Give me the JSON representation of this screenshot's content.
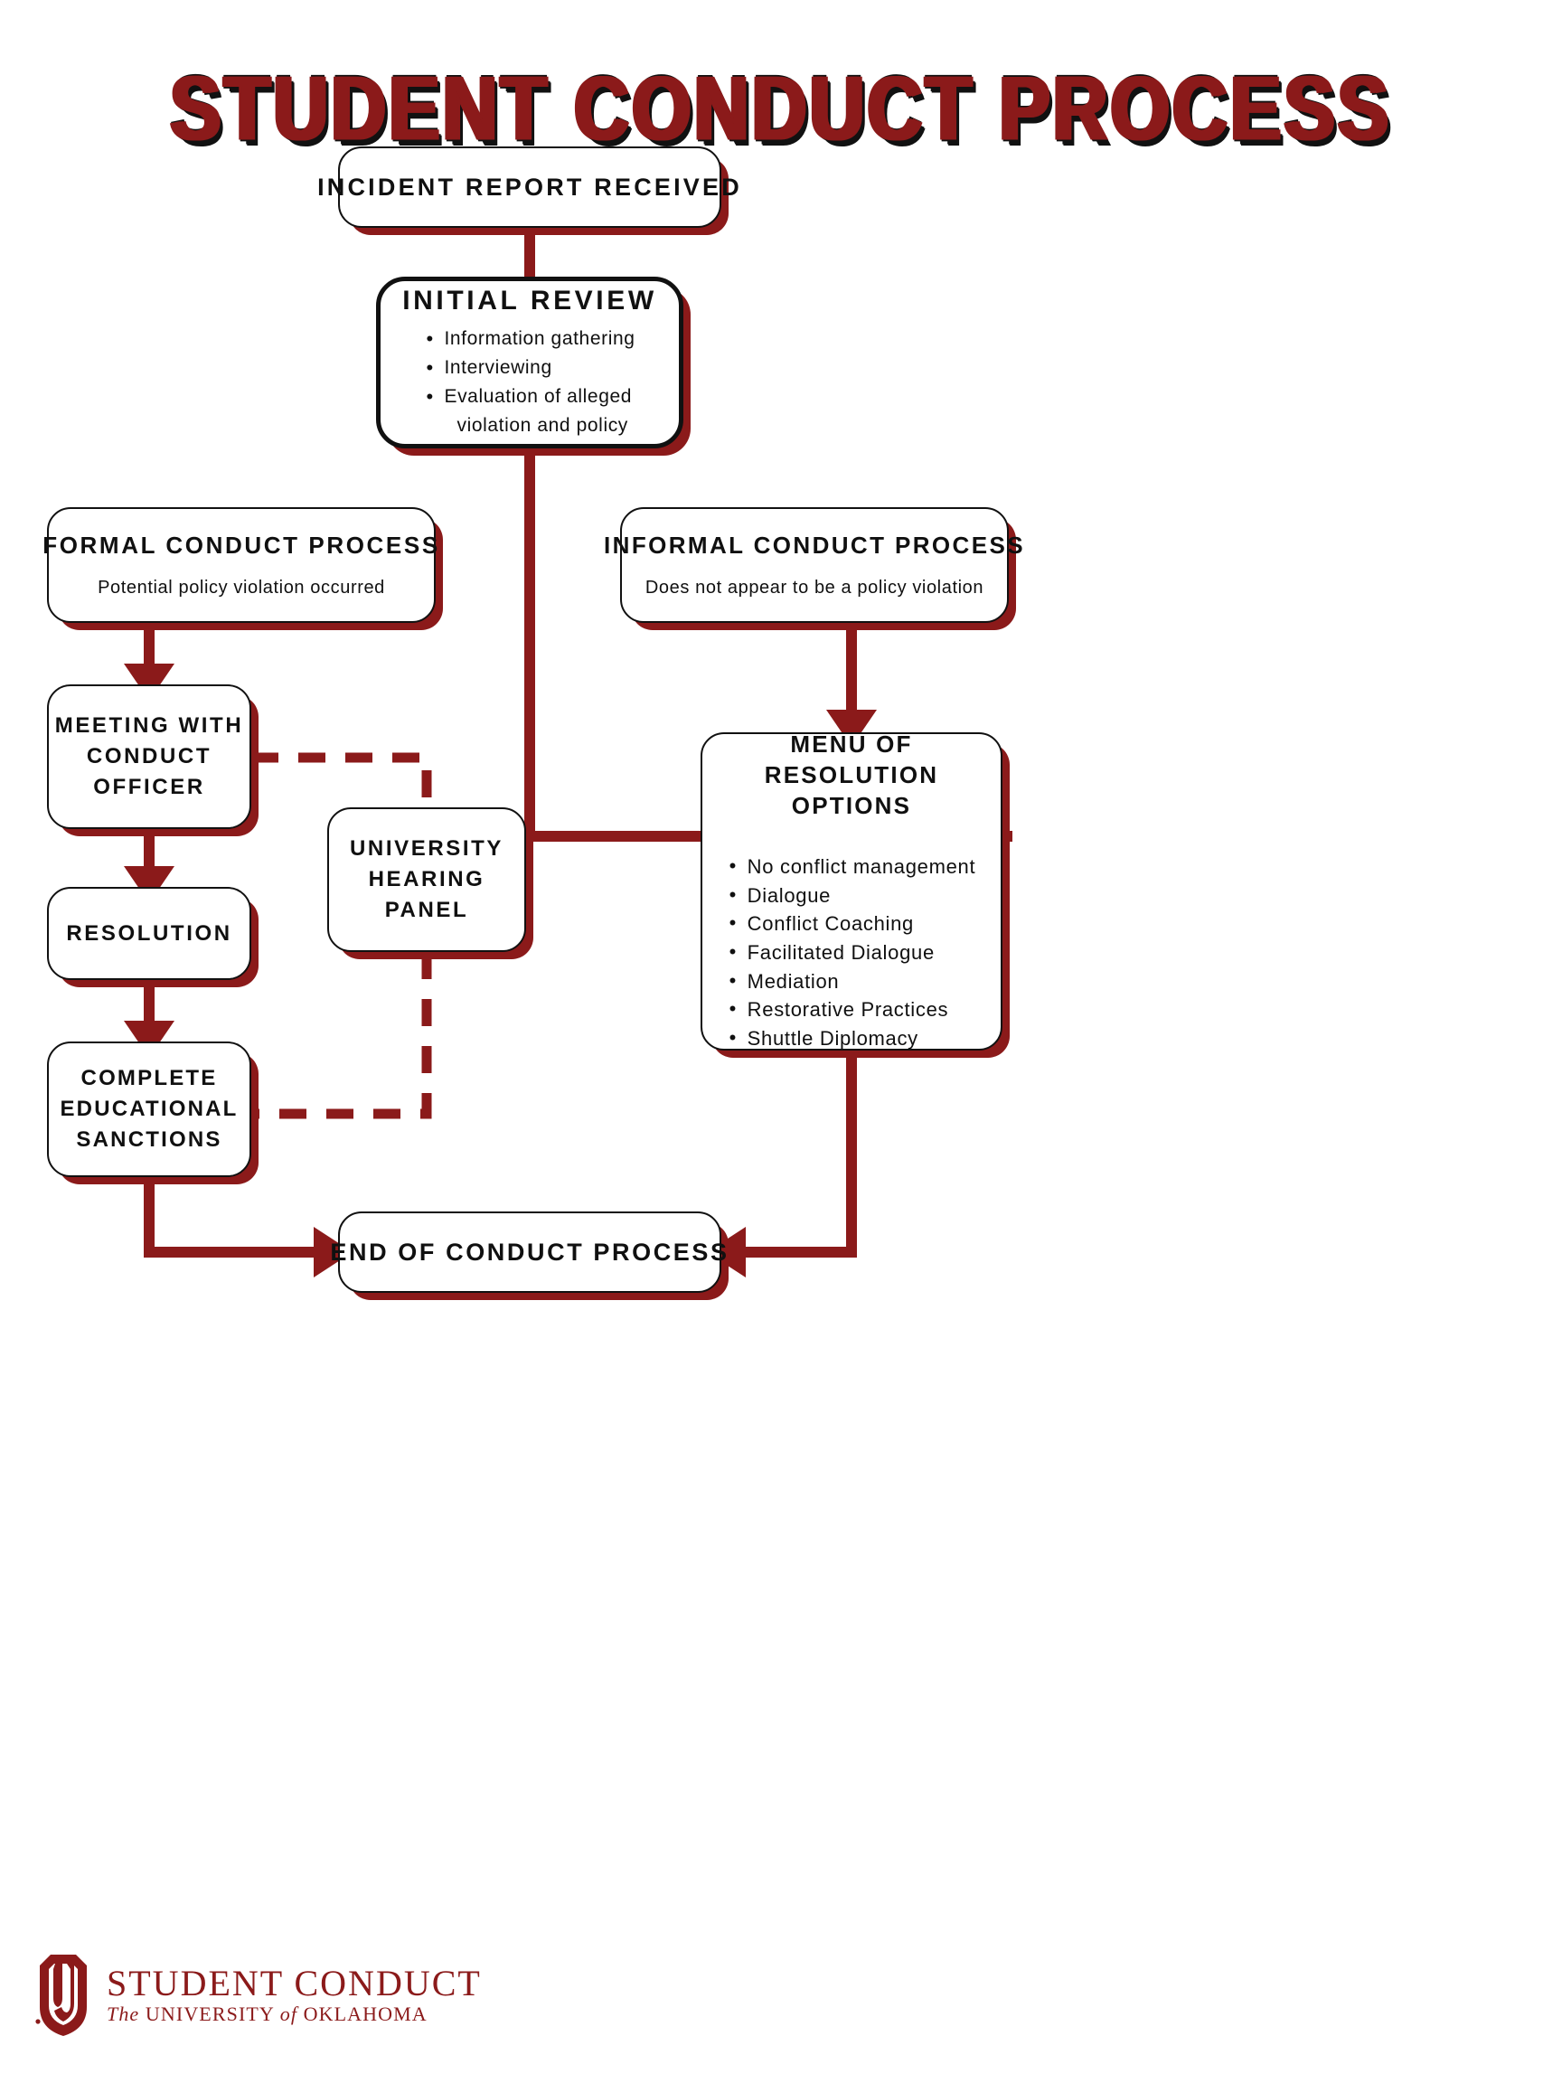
{
  "title": "STUDENT CONDUCT PROCESS",
  "accent_color": "#8B1A1A",
  "border_color": "#111111",
  "background_color": "#FFFFFF",
  "nodes": {
    "incident": {
      "title": "INCIDENT REPORT RECEIVED"
    },
    "initial": {
      "title": "INITIAL REVIEW",
      "bullets": [
        "Information gathering",
        "Interviewing",
        "Evaluation of alleged",
        "violation and policy"
      ]
    },
    "formal": {
      "title": "FORMAL CONDUCT PROCESS",
      "subtitle": "Potential policy violation occurred"
    },
    "informal": {
      "title": "INFORMAL CONDUCT PROCESS",
      "subtitle": "Does not appear to be a policy violation"
    },
    "meeting": {
      "title": "MEETING WITH CONDUCT OFFICER"
    },
    "hearing": {
      "title": "UNIVERSITY HEARING PANEL"
    },
    "resolution": {
      "title": "RESOLUTION"
    },
    "sanctions": {
      "title": "COMPLETE EDUCATIONAL SANCTIONS"
    },
    "menu": {
      "title": "MENU OF RESOLUTION OPTIONS",
      "bullets": [
        "No conflict management",
        "Dialogue",
        "Conflict Coaching",
        "Facilitated Dialogue",
        "Mediation",
        "Restorative Practices",
        "Shuttle Diplomacy"
      ]
    },
    "end": {
      "title": "END OF CONDUCT PROCESS"
    }
  },
  "footer": {
    "org": "STUDENT CONDUCT",
    "university_prefix": "The",
    "university_main": "UNIVERSITY",
    "university_of": "of",
    "university_name": "OKLAHOMA"
  }
}
